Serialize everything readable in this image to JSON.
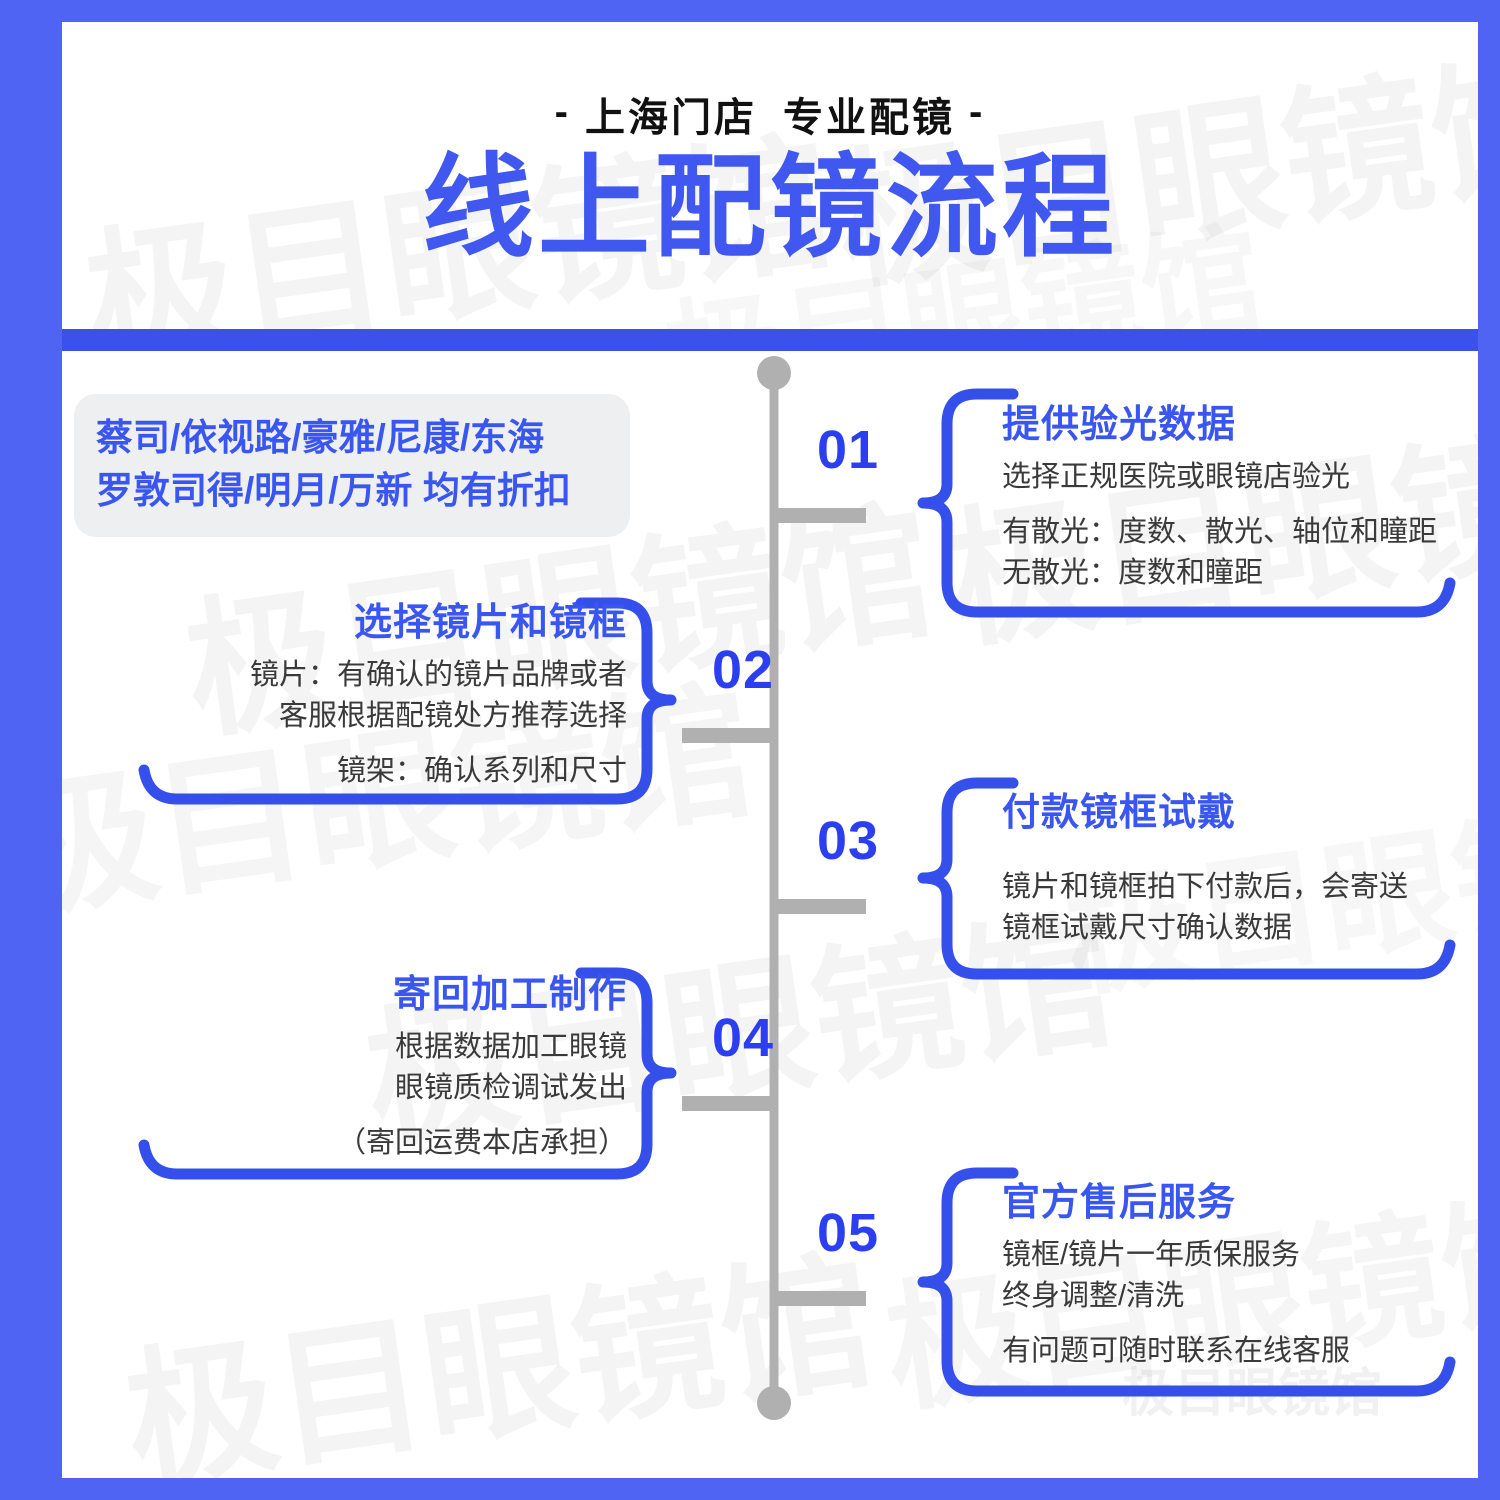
{
  "header": {
    "dash_left": "-",
    "dash_right": "-",
    "subtitle_part1": "上海门店",
    "subtitle_part2": "专业配镜",
    "title": "线上配镜流程"
  },
  "watermark": {
    "text": "极目眼镜馆"
  },
  "brand_tag": {
    "line1": "蔡司/依视路/豪雅/尼康/东海",
    "line2": "罗敦司得/明月/万新 均有折扣"
  },
  "colors": {
    "frame_blue": "#4f64f2",
    "accent_blue": "#3a56f0",
    "brace_blue": "#3550ea",
    "number_blue": "#2b3ff0",
    "spine_gray": "#b0b0b0",
    "tag_bg": "#eeeff1",
    "body_text": "#3a3a3a",
    "subtitle_black": "#111111"
  },
  "steps": [
    {
      "number": "01",
      "side": "right",
      "title": "提供验光数据",
      "lines": [
        "选择正规医院或眼镜店验光",
        "有散光：度数、散光、轴位和瞳距",
        "无散光：度数和瞳距"
      ]
    },
    {
      "number": "02",
      "side": "left",
      "title": "选择镜片和镜框",
      "lines": [
        "镜片：有确认的镜片品牌或者",
        "客服根据配镜处方推荐选择",
        "镜架：确认系列和尺寸"
      ]
    },
    {
      "number": "03",
      "side": "right",
      "title": "付款镜框试戴",
      "lines": [
        "镜片和镜框拍下付款后，会寄送",
        "镜框试戴尺寸确认数据"
      ]
    },
    {
      "number": "04",
      "side": "left",
      "title": "寄回加工制作",
      "lines": [
        "根据数据加工眼镜",
        "眼镜质检调试发出",
        "（寄回运费本店承担）"
      ]
    },
    {
      "number": "05",
      "side": "right",
      "title": "官方售后服务",
      "lines": [
        "镜框/镜片一年质保服务",
        "终身调整/清洗",
        "有问题可随时联系在线客服"
      ]
    }
  ]
}
